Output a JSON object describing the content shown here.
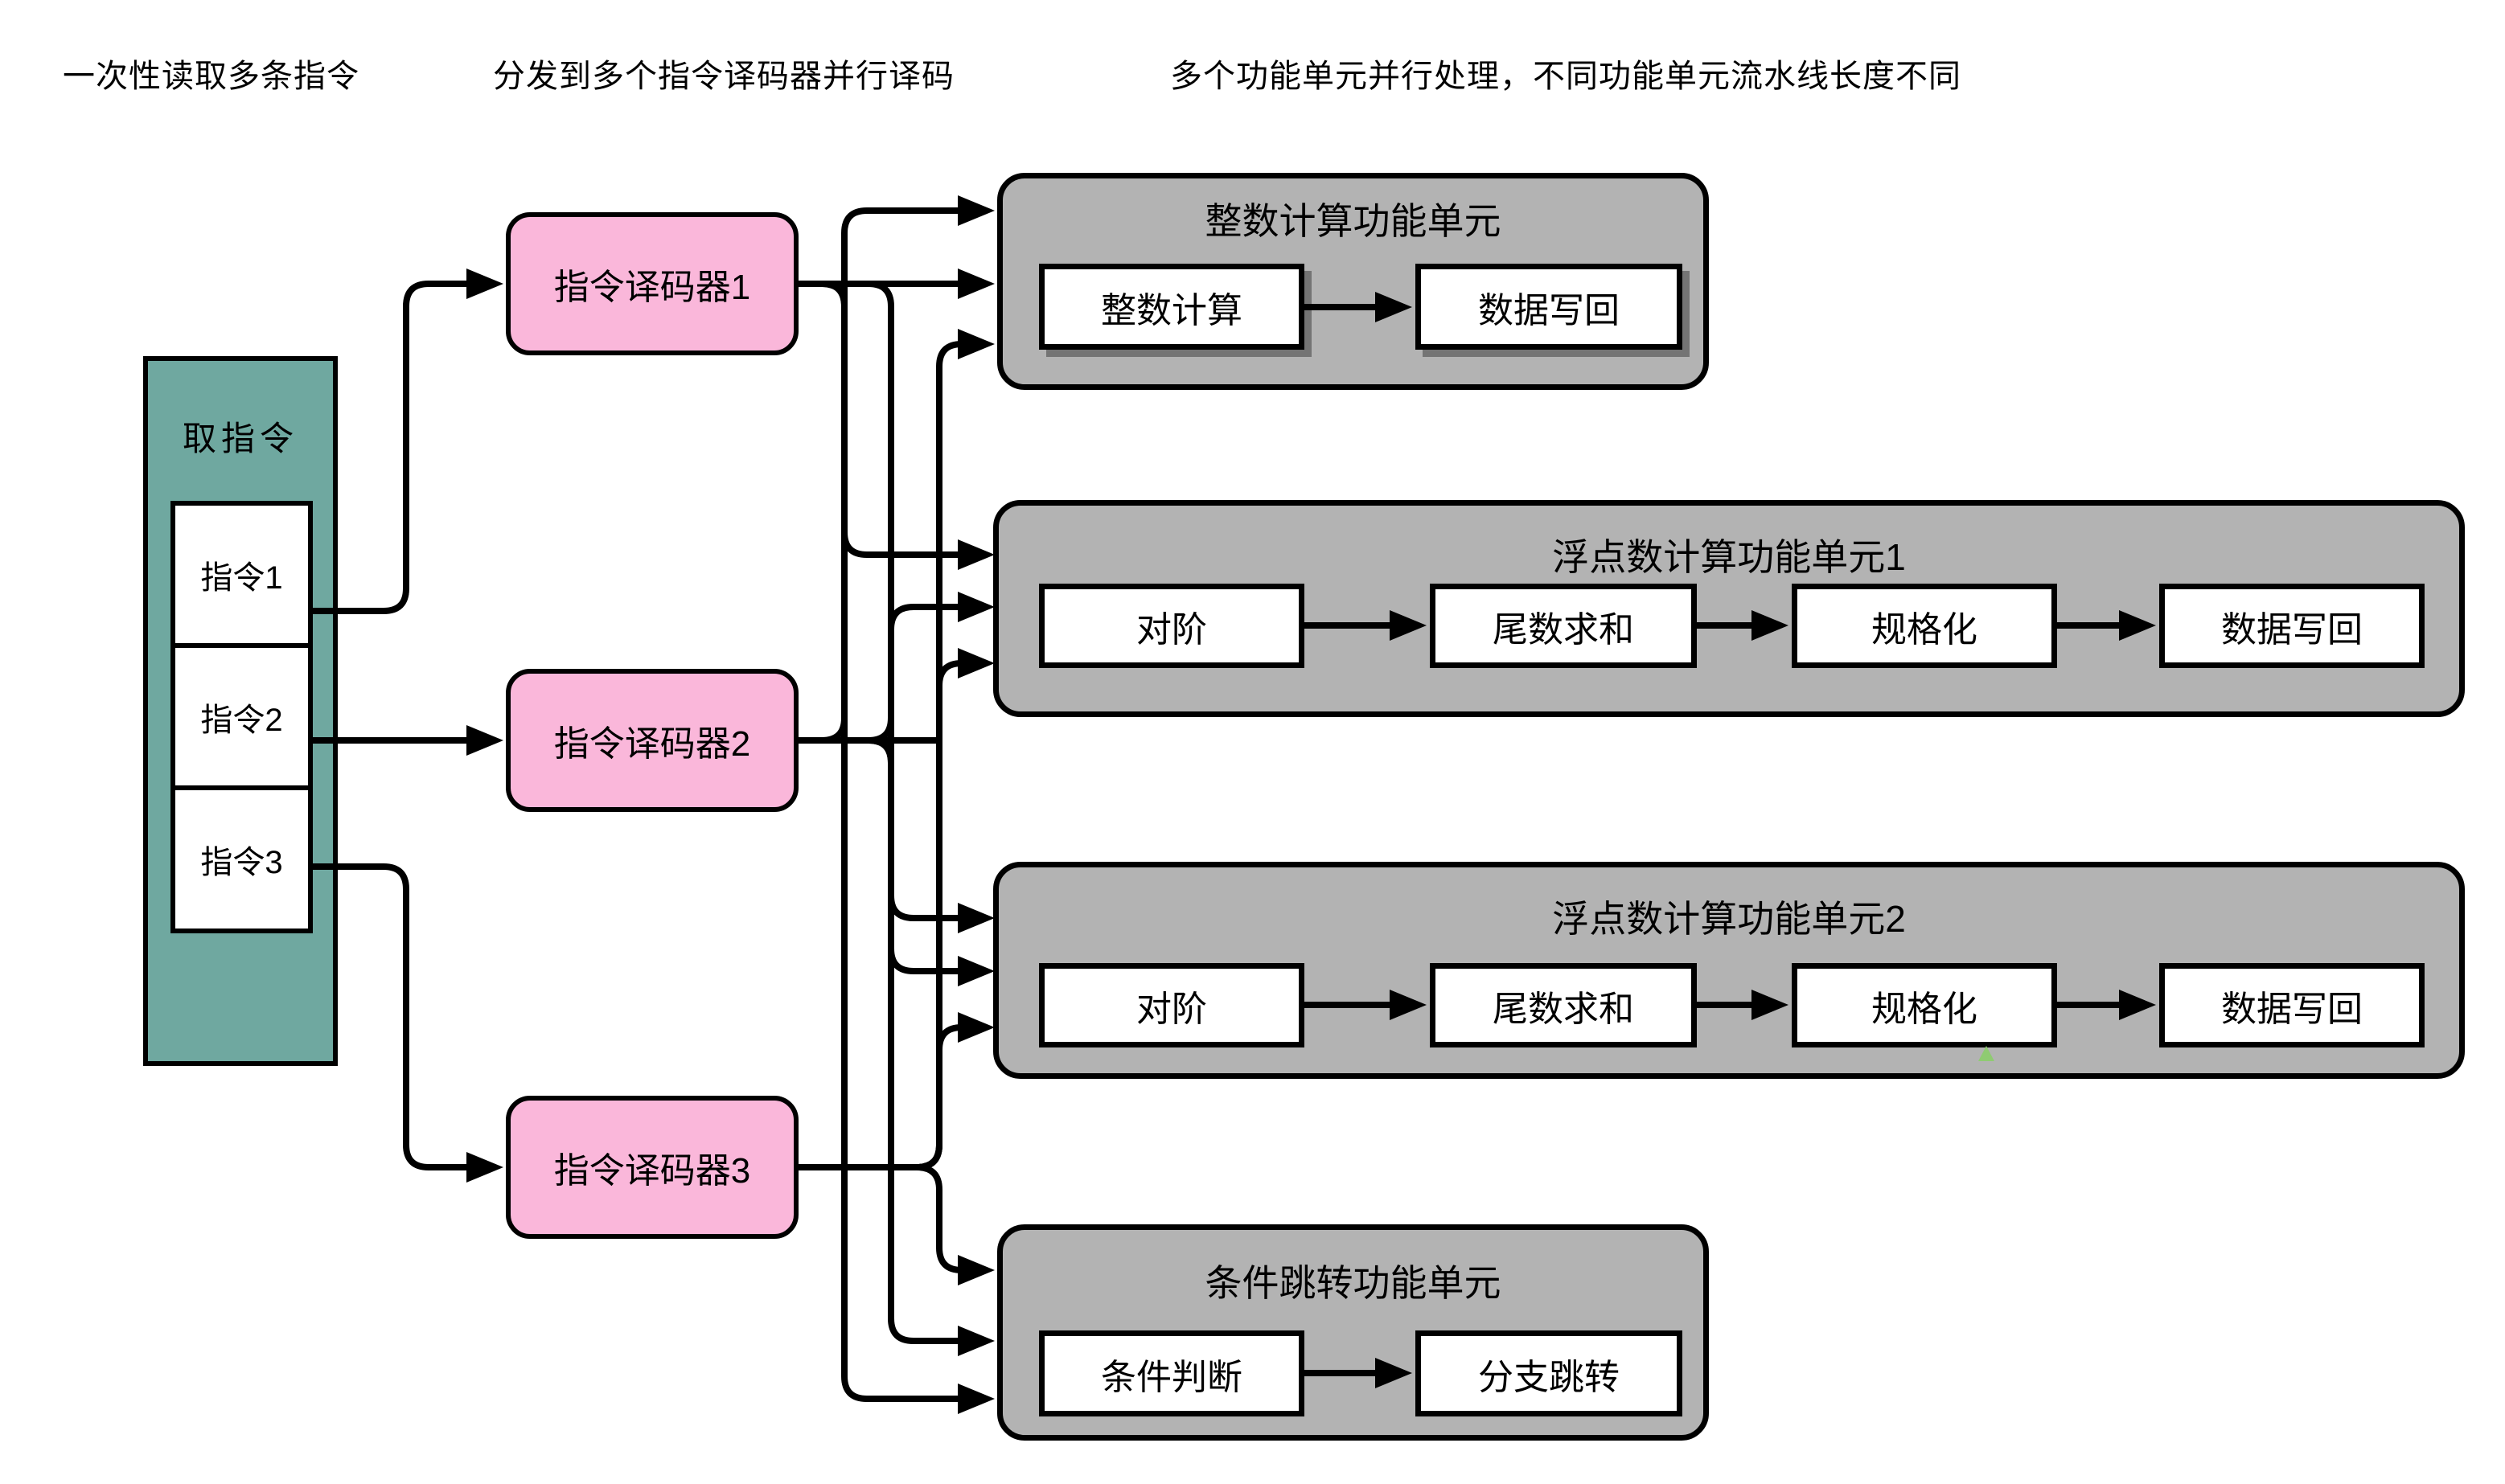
{
  "annotations": {
    "read": "一次性读取多条指令",
    "dispatch": "分发到多个指令译码器并行译码",
    "parallel": "多个功能单元并行处理，不同功能单元流水线长度不同"
  },
  "fetch": {
    "title": "取指令",
    "instructions": [
      "指令1",
      "指令2",
      "指令3"
    ]
  },
  "decoders": [
    "指令译码器1",
    "指令译码器2",
    "指令译码器3"
  ],
  "units": [
    {
      "title": "整数计算功能单元",
      "stages": [
        "整数计算",
        "数据写回"
      ]
    },
    {
      "title": "浮点数计算功能单元1",
      "stages": [
        "对阶",
        "尾数求和",
        "规格化",
        "数据写回"
      ]
    },
    {
      "title": "浮点数计算功能单元2",
      "stages": [
        "对阶",
        "尾数求和",
        "规格化",
        "数据写回"
      ]
    },
    {
      "title": "条件跳转功能单元",
      "stages": [
        "条件判断",
        "分支跳转"
      ]
    }
  ],
  "colors": {
    "fetch_fill": "#6FA8A0",
    "decoder_fill": "#FAB7DA",
    "unit_fill": "#B3B3B3",
    "stage_fill": "#FFFFFF",
    "line": "#000000",
    "background": "#FFFFFF",
    "artifact_green": "#8FCB72"
  }
}
